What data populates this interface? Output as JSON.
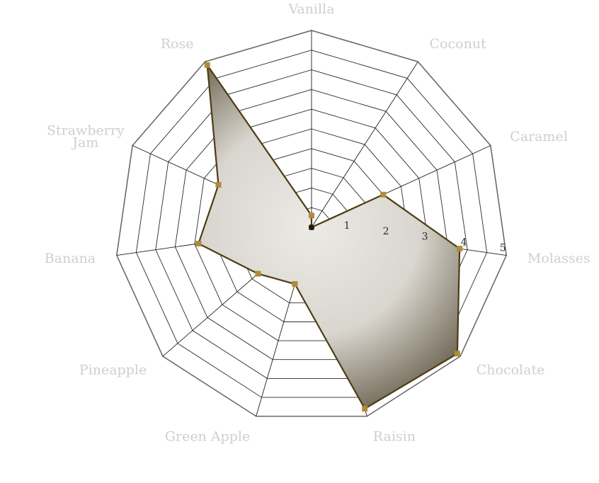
{
  "chart_data": {
    "type": "radar",
    "title": "",
    "axes": [
      "Vanilla",
      "Coconut",
      "Caramel",
      "Molasses",
      "Chocolate",
      "Raisin",
      "Green Apple",
      "Pineapple",
      "Banana",
      "Strawberry Jam",
      "Rose"
    ],
    "axis_labels": [
      [
        "Vanilla"
      ],
      [
        "Coconut"
      ],
      [
        "Caramel"
      ],
      [
        "Molasses"
      ],
      [
        "Chocolate"
      ],
      [
        "Raisin"
      ],
      [
        "Green Apple"
      ],
      [
        "Pineapple"
      ],
      [
        "Banana"
      ],
      [
        "Strawberry",
        "Jam"
      ],
      [
        "Rose"
      ]
    ],
    "ticks": [
      1,
      2,
      3,
      4,
      5
    ],
    "range": [
      0,
      5
    ],
    "series": [
      {
        "values": [
          0.3,
          0,
          2.0,
          3.8,
          4.9,
          4.8,
          1.5,
          1.8,
          2.9,
          2.6,
          4.9
        ]
      }
    ],
    "colors": {
      "fill_edge": "#6e6553",
      "fill_center": "#ebeae5",
      "stroke": "#4d3c12",
      "marker": "#b08b3a",
      "label": "#cfcfcf",
      "grid": "#2a2a2a",
      "outer_grid": "#6a6a6a"
    }
  }
}
